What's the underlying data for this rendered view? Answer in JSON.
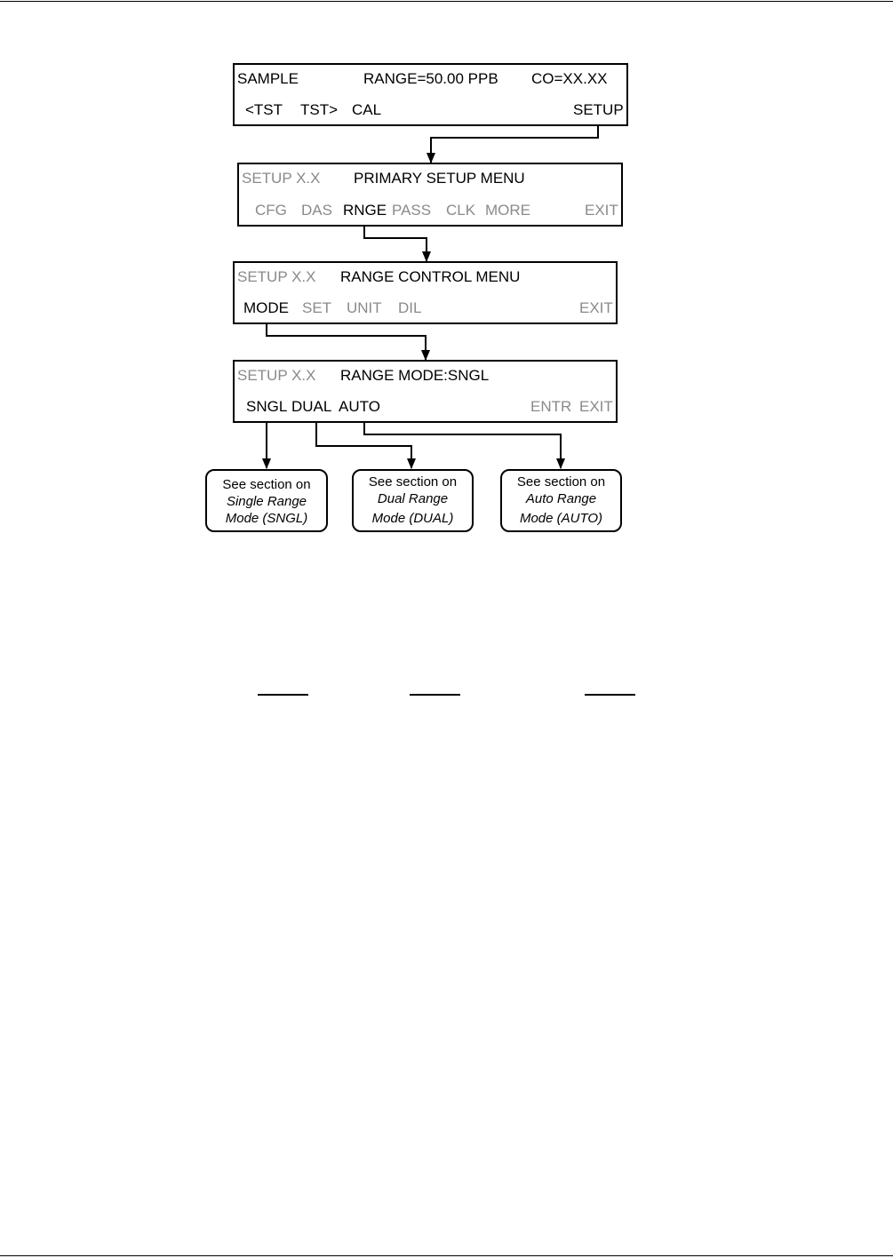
{
  "screens": [
    {
      "row1": {
        "left": "SAMPLE",
        "center": "RANGE=50.00 PPB",
        "right": "CO=XX.XX"
      },
      "buttons": [
        "<TST",
        "TST>",
        "CAL",
        "SETUP"
      ]
    },
    {
      "row1": {
        "left": "SETUP X.X",
        "title": "PRIMARY SETUP MENU"
      },
      "buttons": [
        "CFG",
        "DAS",
        "RNGE",
        "PASS",
        "CLK",
        "MORE",
        "EXIT"
      ]
    },
    {
      "row1": {
        "left": "SETUP X.X",
        "title": "RANGE CONTROL MENU"
      },
      "buttons": [
        "MODE",
        "SET",
        "UNIT",
        "DIL",
        "EXIT"
      ]
    },
    {
      "row1": {
        "left": "SETUP X.X",
        "title": "RANGE MODE:SNGL"
      },
      "buttons": [
        "SNGL",
        "DUAL",
        "AUTO",
        "ENTR",
        "EXIT"
      ]
    }
  ],
  "callouts": [
    {
      "lead": "See section on",
      "italic": "Single Range",
      "mode": "Mode (SNGL)"
    },
    {
      "lead": "See section on",
      "italic": "Dual Range",
      "mode": "Mode (DUAL)"
    },
    {
      "lead": "See section on",
      "italic": "Auto Range",
      "mode": "Mode (AUTO)"
    }
  ],
  "colors": {
    "active": "#000000",
    "inactive": "#8a8a8a",
    "line": "#000000"
  }
}
